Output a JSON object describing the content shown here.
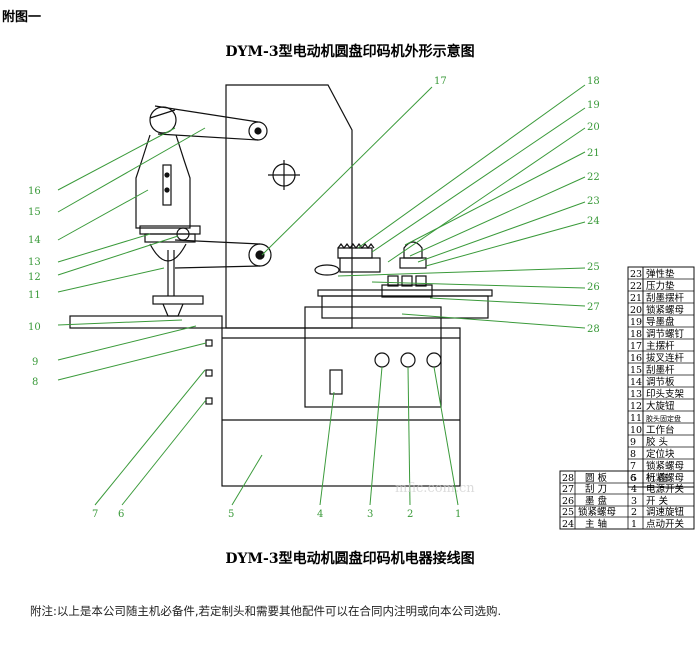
{
  "appendix_label": "附图一",
  "title_top": "DYM-3型电动机圆盘印码机外形示意图",
  "title_bottom": "DYM-3型电动机圆盘印码机电器接线图",
  "note": "附注:以上是本公司随主机必备件,若定制头和需要其他配件可以在合同内注明或向本公司选购.",
  "watermark": "mfic.com.cn",
  "callouts_left": [
    "16",
    "15",
    "14",
    "13",
    "12",
    "11",
    "10",
    "9",
    "8"
  ],
  "callouts_right": [
    "18",
    "19",
    "20",
    "21",
    "22",
    "23",
    "24",
    "25",
    "26",
    "27",
    "28"
  ],
  "callouts_top": [
    "17"
  ],
  "callouts_bottom": [
    "7",
    "6",
    "5",
    "4",
    "3",
    "2",
    "1"
  ],
  "parts_table_right": [
    {
      "no": "23",
      "name": "弹性垫"
    },
    {
      "no": "22",
      "name": "压力垫"
    },
    {
      "no": "21",
      "name": "刮墨摆杆"
    },
    {
      "no": "20",
      "name": "锁紧螺母"
    },
    {
      "no": "19",
      "name": "导墨盘"
    },
    {
      "no": "18",
      "name": "调节螺钉"
    },
    {
      "no": "17",
      "name": "主摆杆"
    },
    {
      "no": "16",
      "name": "拔叉连杆"
    },
    {
      "no": "15",
      "name": "刮墨杆"
    },
    {
      "no": "14",
      "name": "调节板"
    },
    {
      "no": "13",
      "name": "印头支架"
    },
    {
      "no": "12",
      "name": "大旋钮"
    },
    {
      "no": "11",
      "name": "胶头固定盘"
    },
    {
      "no": "10",
      "name": "工作台"
    },
    {
      "no": "9",
      "name": "胶 头"
    },
    {
      "no": "8",
      "name": "定位块"
    },
    {
      "no": "7",
      "name": "锁紧螺母"
    },
    {
      "no": "6",
      "name": "行紧螺母"
    }
  ],
  "parts_table_left": [
    {
      "no": "28",
      "name": "圆 板",
      "no2": "5",
      "name2": "机 座"
    },
    {
      "no": "27",
      "name": "刮 刀",
      "no2": "4",
      "name2": "电源开关"
    },
    {
      "no": "26",
      "name": "墨 盘",
      "no2": "3",
      "name2": "开 关"
    },
    {
      "no": "25",
      "name": "锁紧螺母",
      "no2": "2",
      "name2": "调速旋钮"
    },
    {
      "no": "24",
      "name": "主 轴",
      "no2": "1",
      "name2": "点动开关"
    }
  ]
}
